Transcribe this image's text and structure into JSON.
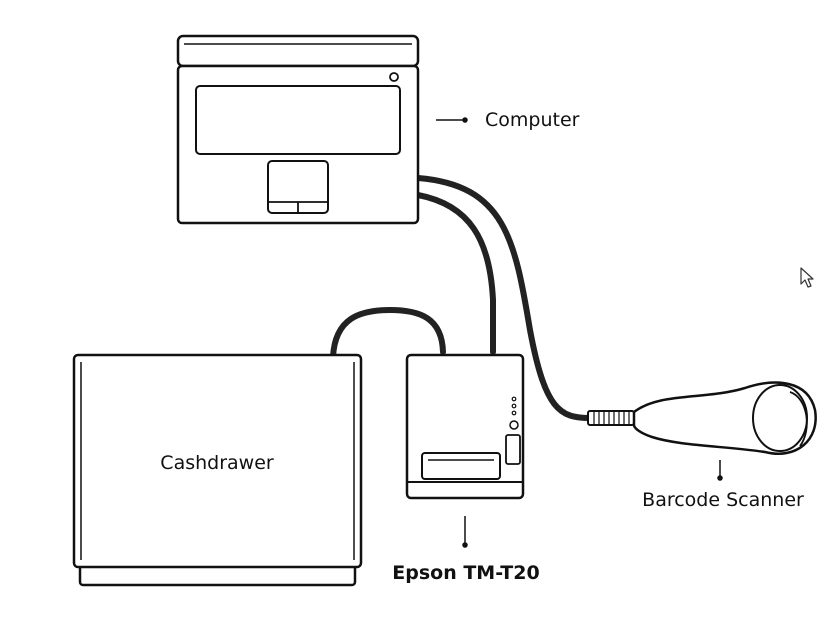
{
  "labels": {
    "computer": "Computer",
    "cashdrawer": "Cashdrawer",
    "printer": "Epson TM-T20",
    "scanner": "Barcode Scanner"
  },
  "colors": {
    "stroke": "#111111",
    "background": "#ffffff",
    "text": "#111111"
  },
  "icons": [
    "laptop-icon",
    "cashdrawer-icon",
    "receipt-printer-icon",
    "barcode-scanner-icon",
    "mouse-pointer-icon"
  ]
}
